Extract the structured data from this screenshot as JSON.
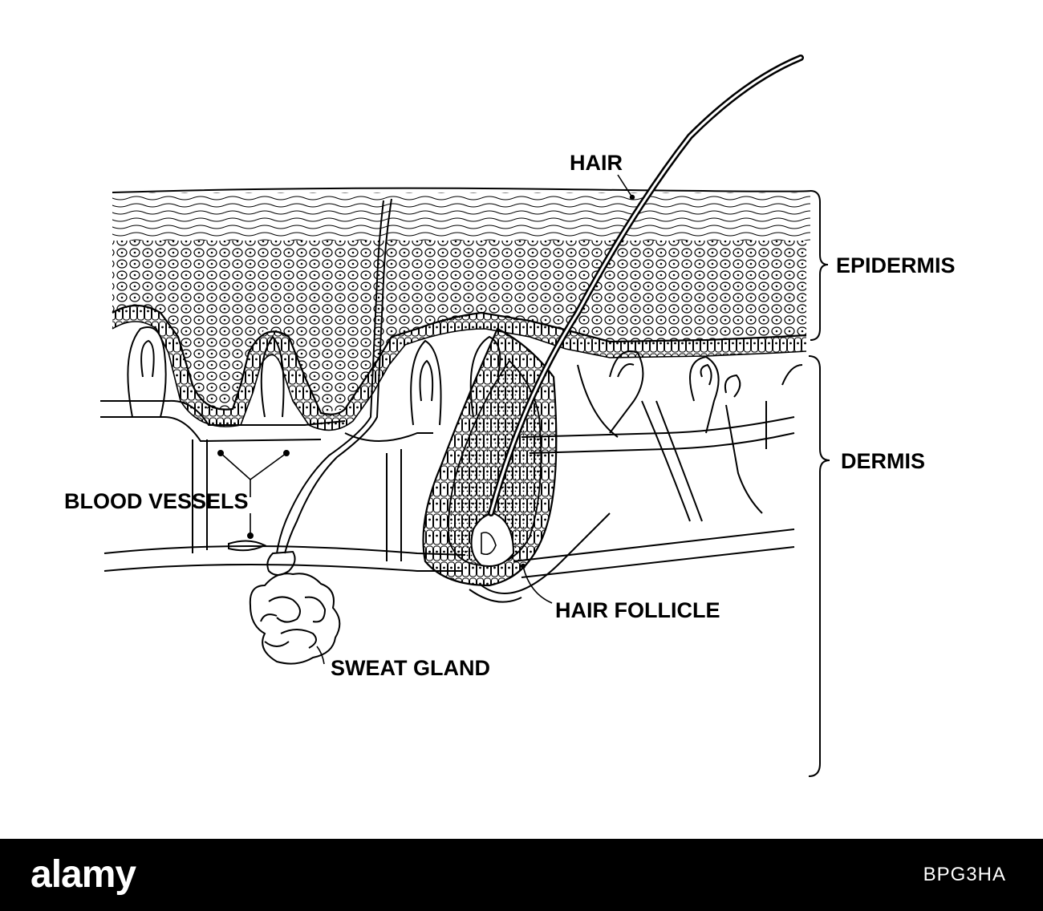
{
  "diagram": {
    "labels": {
      "hair": "HAIR",
      "epidermis": "EPIDERMIS",
      "dermis": "DERMIS",
      "blood_vessels": "BLOOD VESSELS",
      "hair_follicle": "HAIR FOLLICLE",
      "sweat_gland": "SWEAT GLAND"
    }
  },
  "watermark": {
    "logo": "alamy",
    "code": "BPG3HA"
  },
  "colors": {
    "ink": "#000000",
    "paper": "#ffffff"
  }
}
